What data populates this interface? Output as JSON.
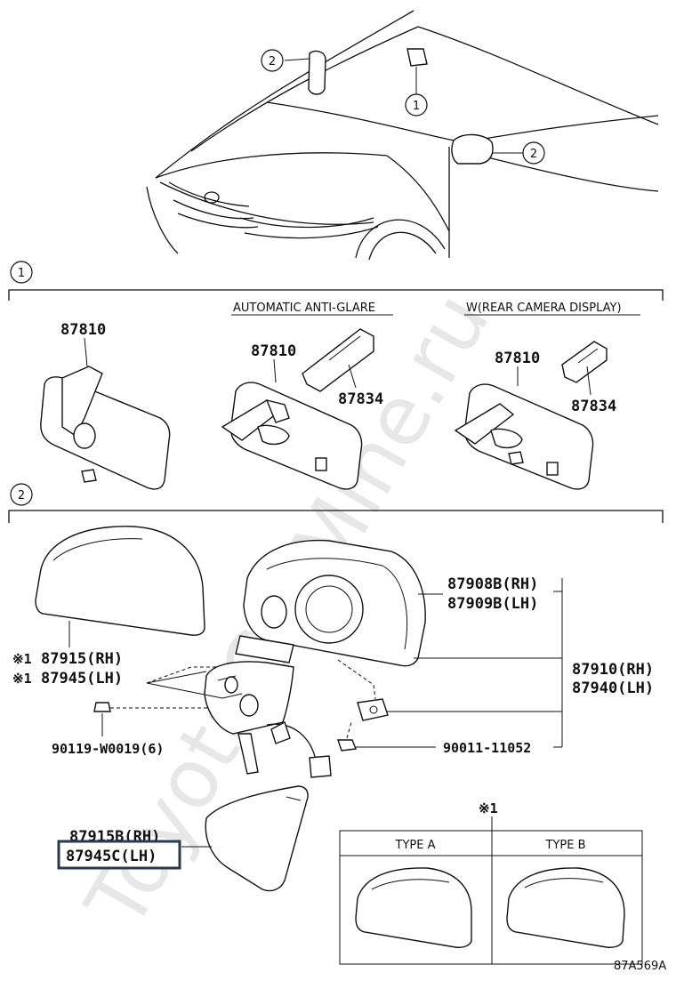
{
  "watermark": "ToyotaCarMine.ru",
  "callouts": {
    "one": "1",
    "two": "2"
  },
  "section1": {
    "number": "1",
    "headers": {
      "anti_glare": "AUTOMATIC ANTI-GLARE",
      "rear_camera": "W(REAR CAMERA DISPLAY)"
    },
    "parts": {
      "mirror_std": "87810",
      "mirror_ag": "87810",
      "cover_ag": "87834",
      "mirror_cam": "87810",
      "cover_cam": "87834"
    }
  },
  "section2": {
    "number": "2",
    "parts": {
      "mirror_rh": "87908B(RH)",
      "mirror_lh": "87909B(LH)",
      "outer_assy_rh": "87910(RH)",
      "outer_assy_lh": "87940(LH)",
      "cap_rh": "87915(RH)",
      "cap_lh": "87945(LH)",
      "cap_mark": "※1",
      "screw": "90119-W0019(6)",
      "clip": "90011-11052",
      "cover_rh": "87915B(RH)",
      "cover_lh": "87945C(LH)"
    },
    "type_box": {
      "mark": "※1",
      "type_a": "TYPE A",
      "type_b": "TYPE B"
    }
  },
  "diagram_code": "87A569A"
}
